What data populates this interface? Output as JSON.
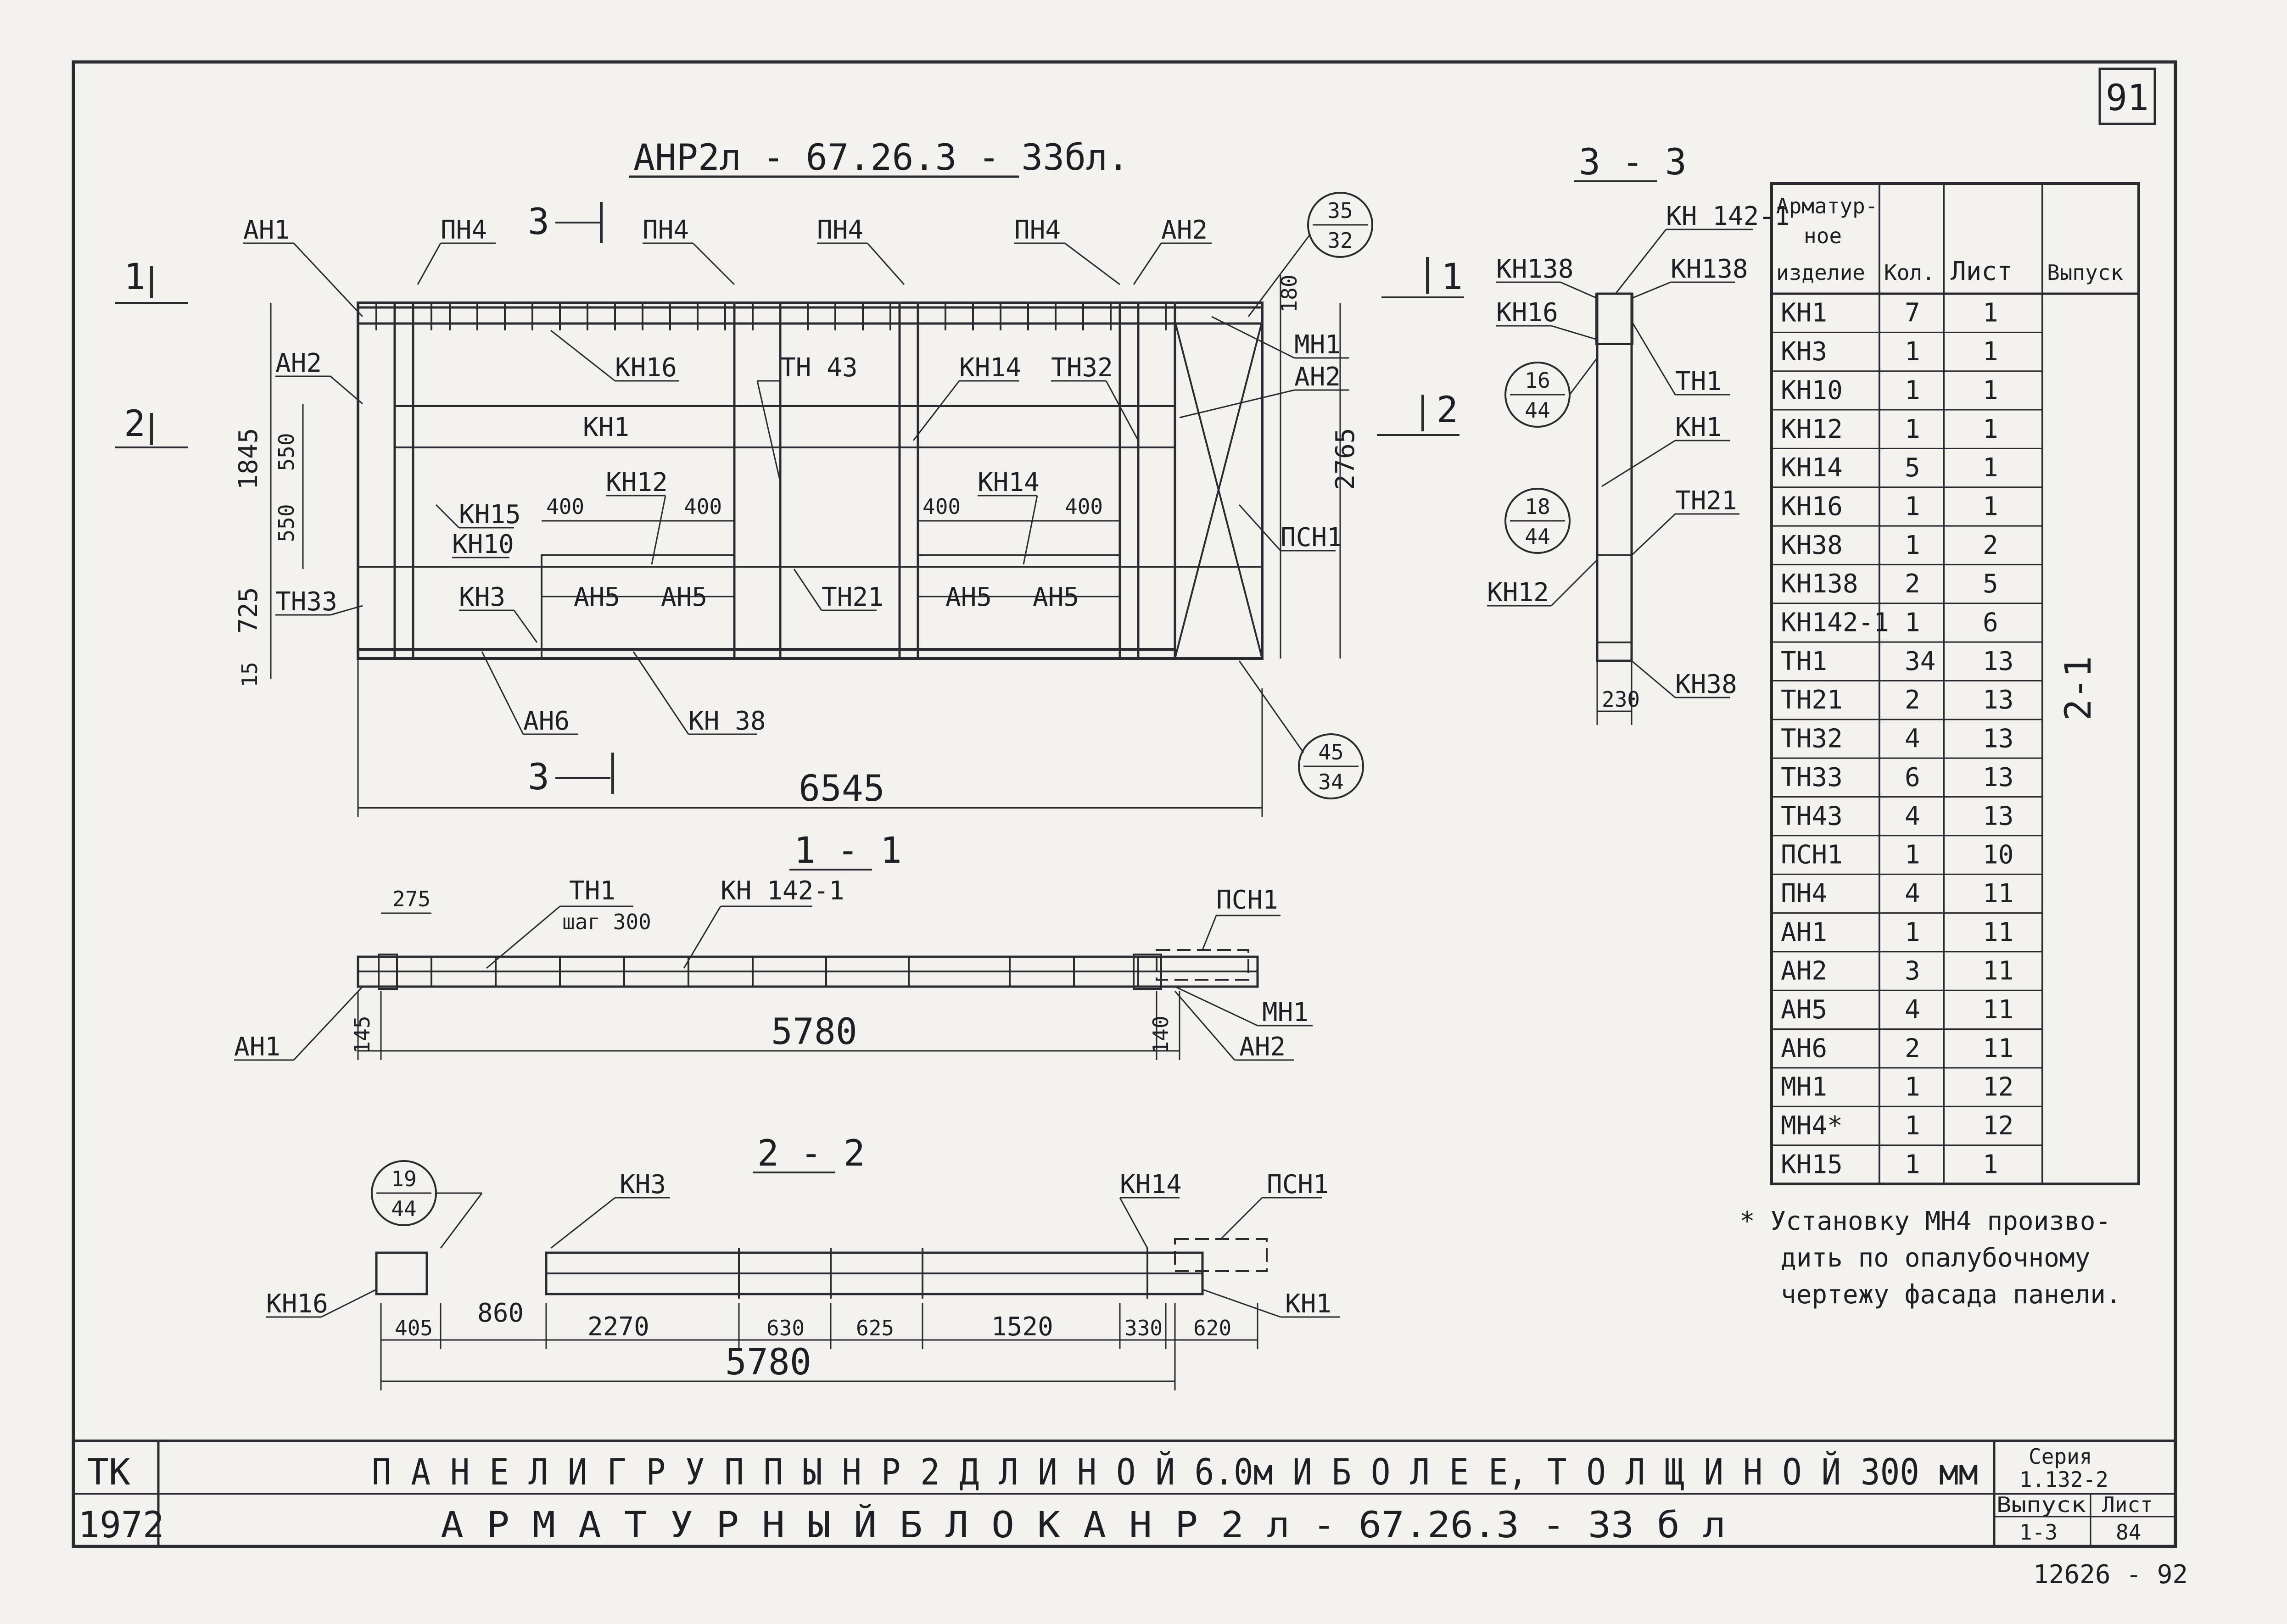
{
  "sheet": {
    "page_number": "91",
    "block_title": "АНР2л - 67.26.3 - 33бл.",
    "stamp_bottom": "12626 - 92"
  },
  "elevation": {
    "section_marks": {
      "s1": "1",
      "s2": "2",
      "s3": "3"
    },
    "labels": {
      "ah1": "АН1",
      "ah2": "АН2",
      "ah2b": "АН2",
      "ah2c": "АН2",
      "ah5a": "АН5",
      "ah5b": "АН5",
      "ah5c": "АН5",
      "ah5d": "АН5",
      "ah6": "АН6",
      "pn4a": "ПН4",
      "pn4b": "ПН4",
      "pn4c": "ПН4",
      "pn4d": "ПН4",
      "kn16": "КН16",
      "kn14a": "КН14",
      "kn14b": "КН14",
      "kn1": "КН1",
      "kn12": "КН12",
      "kn15": "КН15",
      "kn10": "КН10",
      "kn3": "КН3",
      "kn38": "КН 38",
      "tn43": "ТН 43",
      "tn32": "ТН32",
      "tn21": "ТН21",
      "tn33": "ТН33",
      "mn1": "МН1",
      "psn1": "ПСН1"
    },
    "dims": {
      "d1845": "1845",
      "d550a": "550",
      "d550b": "550",
      "d725": "725",
      "d15": "15",
      "d400a": "400",
      "d400b": "400",
      "d400c": "400",
      "d400d": "400",
      "d180": "180",
      "d2765": "2765",
      "d6545": "6545"
    },
    "callout_top": {
      "num": "35",
      "den": "32"
    },
    "callout_bottom": {
      "num": "45",
      "den": "34"
    }
  },
  "section_1_1": {
    "title": "1 - 1",
    "labels": {
      "tn1": "ТН1",
      "step": "шаг 300",
      "kn142": "КН 142-1",
      "psn1": "ПСН1",
      "mn1": "МН1",
      "ah1": "АН1",
      "ah2": "АН2"
    },
    "dims": {
      "d275": "275",
      "d145": "145",
      "d5780": "5780",
      "d140": "140"
    }
  },
  "section_2_2": {
    "title": "2 - 2",
    "callout": {
      "num": "19",
      "den": "44"
    },
    "labels": {
      "kn3": "КН3",
      "kn14": "КН14",
      "psn1": "ПСН1",
      "kn16": "КН16",
      "kn1": "КН1"
    },
    "dims": {
      "d405": "405",
      "d860": "860",
      "d2270": "2270",
      "d630": "630",
      "d625": "625",
      "d1520": "1520",
      "d330": "330",
      "d620": "620",
      "d5780": "5780"
    }
  },
  "section_3_3": {
    "title": "3 - 3",
    "labels": {
      "kn142": "КН 142-1",
      "kn138a": "КН138",
      "kn138b": "КН138",
      "kn16": "КН16",
      "tn1": "ТН1",
      "kn1": "КН1",
      "tn21": "ТН21",
      "kn12": "КН12",
      "kn38": "КН38"
    },
    "callout_a": {
      "num": "16",
      "den": "44"
    },
    "callout_b": {
      "num": "18",
      "den": "44"
    },
    "dims": {
      "d230": "230"
    }
  },
  "spec_table": {
    "headers": [
      "Арматур-\nное\nизделие",
      "Кол.",
      "Лист",
      "Выпуск"
    ],
    "issue": "2-1",
    "rows": [
      [
        "КН1",
        "7",
        "1"
      ],
      [
        "КН3",
        "1",
        "1"
      ],
      [
        "КН10",
        "1",
        "1"
      ],
      [
        "КН12",
        "1",
        "1"
      ],
      [
        "КН14",
        "5",
        "1"
      ],
      [
        "КН16",
        "1",
        "1"
      ],
      [
        "КН38",
        "1",
        "2"
      ],
      [
        "КН138",
        "2",
        "5"
      ],
      [
        "КН142-1",
        "1",
        "6"
      ],
      [
        "ТН1",
        "34",
        "13"
      ],
      [
        "ТН21",
        "2",
        "13"
      ],
      [
        "ТН32",
        "4",
        "13"
      ],
      [
        "ТН33",
        "6",
        "13"
      ],
      [
        "ТН43",
        "4",
        "13"
      ],
      [
        "ПСН1",
        "1",
        "10"
      ],
      [
        "ПН4",
        "4",
        "11"
      ],
      [
        "АН1",
        "1",
        "11"
      ],
      [
        "АН2",
        "3",
        "11"
      ],
      [
        "АН5",
        "4",
        "11"
      ],
      [
        "АН6",
        "2",
        "11"
      ],
      [
        "МН1",
        "1",
        "12"
      ],
      [
        "МН4*",
        "1",
        "12"
      ],
      [
        "КН15",
        "1",
        "1"
      ]
    ]
  },
  "note": {
    "line1": "* Установку МН4 произво-",
    "line2": "дить по опалубочному",
    "line3": "чертежу фасада панели."
  },
  "title_block": {
    "org": "ТК",
    "year": "1972",
    "title": "П А Н Е Л И   Г Р У П П Ы   Н Р 2   Д Л И Н О Й  6.0м  И  Б О Л Е Е,  Т О Л Щ И Н О Й  300 мм",
    "subtitle": "А Р М А Т У Р Н Ы Й    Б Л О К    А Н Р 2 л - 67.26.3  - 33 б л",
    "series_label": "Серия",
    "series": "1.132-2",
    "issue_label": "Выпуск",
    "issue": "1-3",
    "sheet_label": "Лист",
    "sheet": "84"
  }
}
